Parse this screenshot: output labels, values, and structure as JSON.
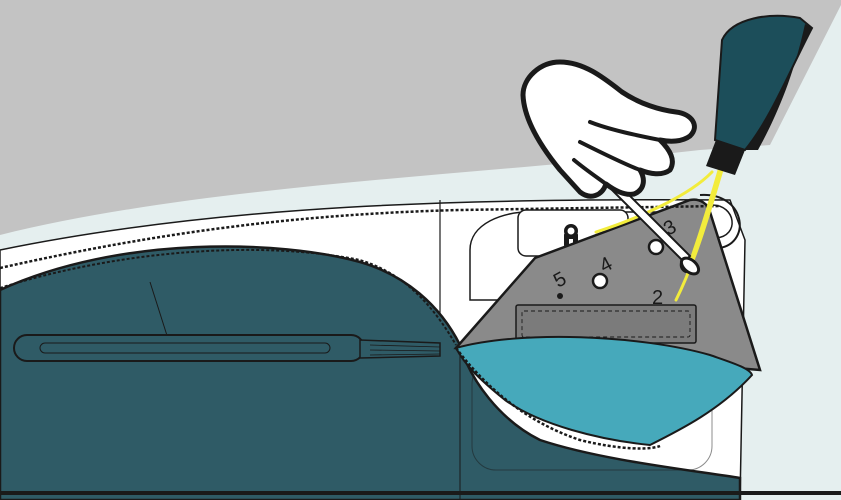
{
  "illustration": {
    "labels": {
      "step_5": "5",
      "step_4": "4",
      "step_3": "3",
      "step_2": "2"
    },
    "colors": {
      "outline": "#1a1a1a",
      "background_grey": "#c3c3c3",
      "background_tint": "#e5efef",
      "machine_white": "#ffffff",
      "dark_teal_fabric": "#2f5b66",
      "light_teal_fabric": "#46a9bb",
      "pouch_grey": "#8a8a8a",
      "strap_teal": "#1c4e5a",
      "lace_yellow": "#f2ec3c"
    },
    "icons": [
      "hand-icon",
      "lock-icon",
      "zipper-pull-icon",
      "eyelet-icon"
    ]
  }
}
